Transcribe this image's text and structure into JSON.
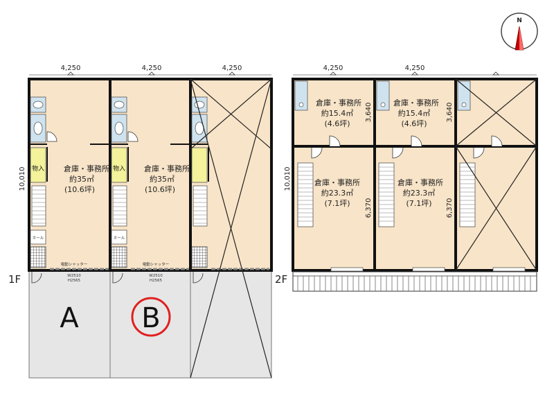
{
  "compass": {
    "label": "N",
    "icon": "north-arrow-icon"
  },
  "floor1": {
    "label": "1F",
    "top_widths": [
      "4,250",
      "4,250",
      "4,250"
    ],
    "depth": "10,010",
    "units": [
      {
        "parking_letter": "A",
        "room_name": "倉庫・事務所",
        "room_area": "約35㎡",
        "room_tsubo": "(10.6坪)",
        "storage_label": "物入",
        "hall_label": "ホール",
        "shutter_label": "電動シャッター",
        "shutter_size": [
          "W2510",
          "H2565"
        ]
      },
      {
        "parking_letter": "B",
        "room_name": "倉庫・事務所",
        "room_area": "約35㎡",
        "room_tsubo": "(10.6坪)",
        "storage_label": "物入",
        "hall_label": "ホール",
        "shutter_label": "電動シャッター",
        "shutter_size": [
          "W2510",
          "H2565"
        ]
      },
      {
        "unavailable": true
      }
    ],
    "highlighted_unit": "B"
  },
  "floor2": {
    "label": "2F",
    "top_widths": [
      "4,250",
      "4,250"
    ],
    "depth": "10,010",
    "north_room_depth": [
      "3,640",
      "3,640"
    ],
    "south_room_depth": [
      "6,370",
      "6,370"
    ],
    "units": [
      {
        "north_room": {
          "name": "倉庫・事務所",
          "area": "約15.4㎡",
          "tsubo": "(4.6坪)"
        },
        "south_room": {
          "name": "倉庫・事務所",
          "area": "約23.3㎡",
          "tsubo": "(7.1坪)"
        }
      },
      {
        "north_room": {
          "name": "倉庫・事務所",
          "area": "約15.4㎡",
          "tsubo": "(4.6坪)"
        },
        "south_room": {
          "name": "倉庫・事務所",
          "area": "約23.3㎡",
          "tsubo": "(7.1坪)"
        }
      },
      {
        "unavailable": true
      }
    ]
  },
  "colors": {
    "room_fill": "#f8e4c8",
    "parking_fill": "#e6e6e6",
    "wall": "#111111",
    "highlight_circle": "#e02020",
    "storage_fill": "#f4f29a",
    "toilet_fill": "#cfe3ef",
    "compass_red": "#e02020"
  }
}
